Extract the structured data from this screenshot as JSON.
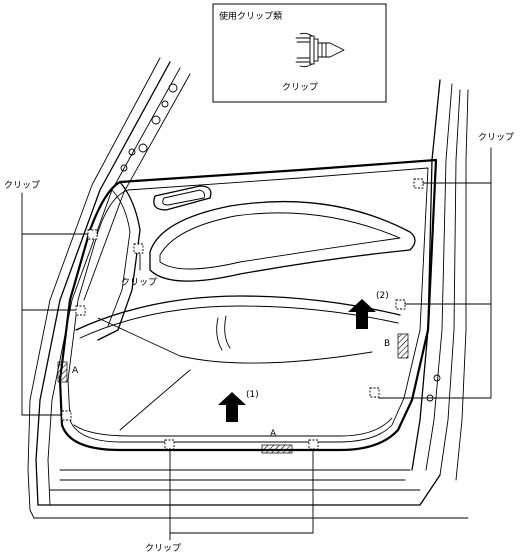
{
  "legend": {
    "title": "使用クリップ類",
    "item_label": "クリップ"
  },
  "callouts": {
    "left_group": "クリップ",
    "inner": "クリップ",
    "right_group": "クリップ",
    "bottom_group": "クリップ"
  },
  "steps": {
    "step1": "(1)",
    "step2": "(2)"
  },
  "markers": {
    "a_left": "A",
    "a_bottom": "A",
    "b_right": "B"
  }
}
